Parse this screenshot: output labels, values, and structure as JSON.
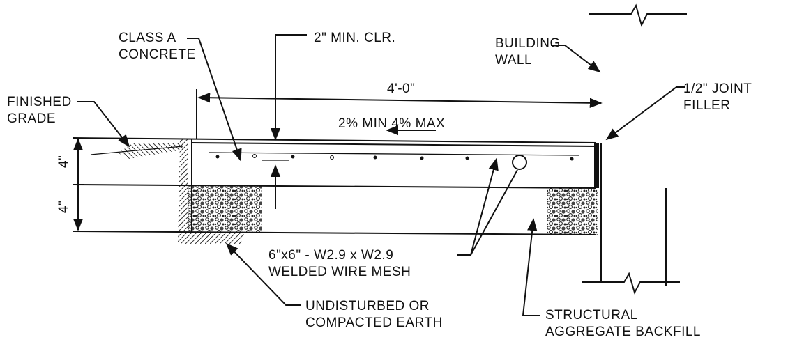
{
  "labels": {
    "class_a_line1": "CLASS A",
    "class_a_line2": "CONCRETE",
    "min_clr": "2\" MIN. CLR.",
    "building_line1": "BUILDING",
    "building_line2": "WALL",
    "width_dim": "4'-0\"",
    "joint_line1": "1/2\" JOINT",
    "joint_line2": "FILLER",
    "finished_line1": "FINISHED",
    "finished_line2": "GRADE",
    "slope": "2% MIN 4% MAX",
    "thk_top": "4\"",
    "thk_bottom": "4\"",
    "mesh_line1": "6\"x6\" - W2.9 x W2.9",
    "mesh_line2": "WELDED WIRE MESH",
    "earth_line1": "UNDISTURBED OR",
    "earth_line2": "COMPACTED EARTH",
    "aggregate_line1": "STRUCTURAL",
    "aggregate_line2": "AGGREGATE BACKFILL"
  }
}
